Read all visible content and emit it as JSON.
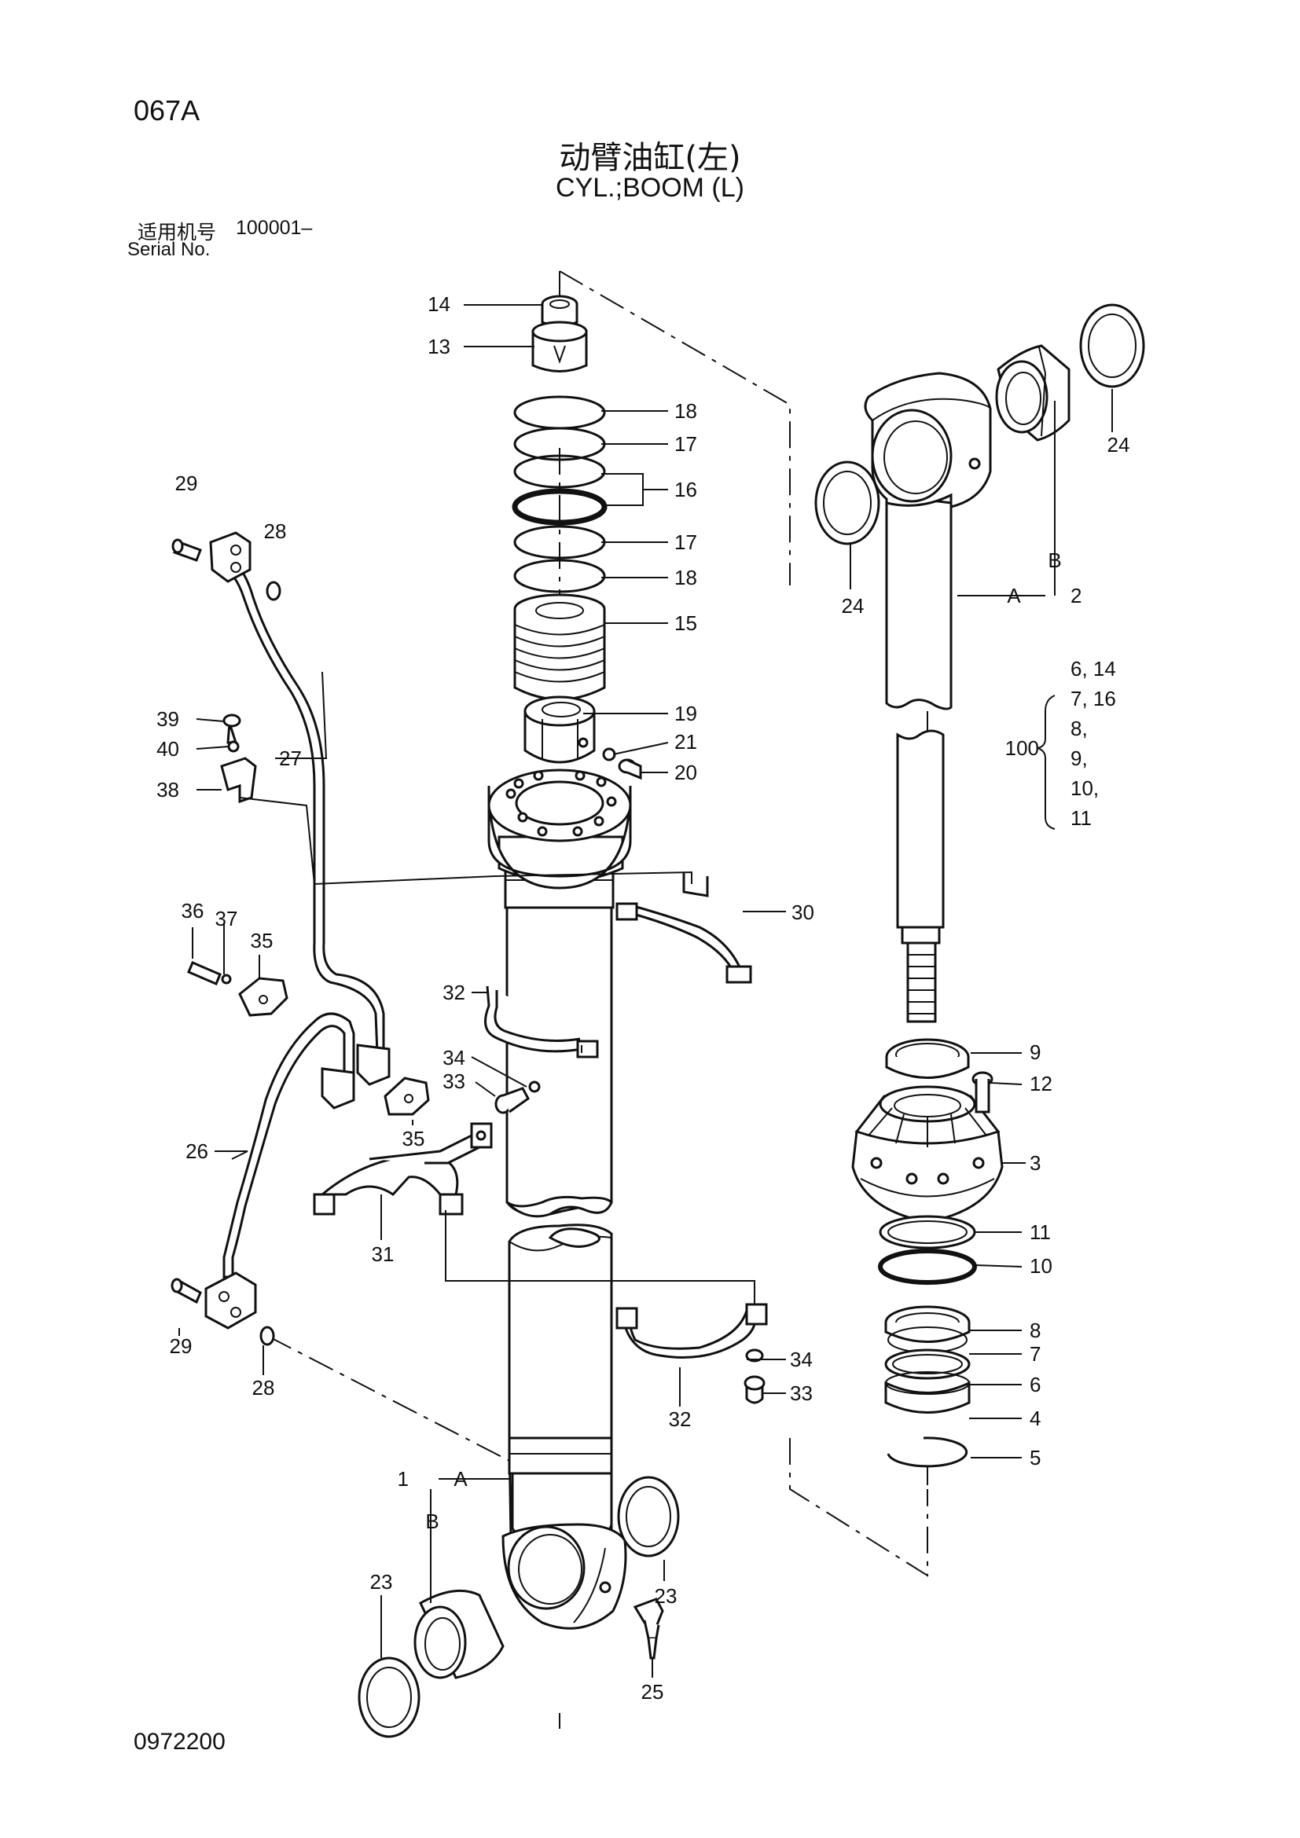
{
  "header": {
    "page_code": "067A",
    "title_cn": "动臂油缸(左)",
    "title_en": "CYL.;BOOM (L)",
    "serial_label_cn": "适用机号",
    "serial_value": "100001–",
    "serial_label_en": "Serial No."
  },
  "footer": {
    "drawing_number": "0972200"
  },
  "callouts": {
    "p1": "1",
    "p2": "2",
    "p3": "3",
    "p4": "4",
    "p5": "5",
    "p6": "6",
    "p7": "7",
    "p8": "8",
    "p9": "9",
    "p10": "10",
    "p11": "11",
    "p12": "12",
    "p13": "13",
    "p14": "14",
    "p15": "15",
    "p16": "16",
    "p17a": "17",
    "p17b": "17",
    "p18a": "18",
    "p18b": "18",
    "p19": "19",
    "p20": "20",
    "p21": "21",
    "p23a": "23",
    "p23b": "23",
    "p24a": "24",
    "p24b": "24",
    "p25": "25",
    "p26": "26",
    "p27": "27",
    "p28a": "28",
    "p28b": "28",
    "p29a": "29",
    "p29b": "29",
    "p30": "30",
    "p31": "31",
    "p32a": "32",
    "p32b": "32",
    "p33a": "33",
    "p33b": "33",
    "p34a": "34",
    "p34b": "34",
    "p35a": "35",
    "p35b": "35",
    "p36": "36",
    "p37": "37",
    "p38": "38",
    "p39": "39",
    "p40": "40",
    "ref_a_left": "A",
    "ref_b_left": "B",
    "ref_a_right": "A",
    "ref_b_right": "B"
  },
  "kit": {
    "number": "100",
    "items": [
      "6, 14",
      "7, 16",
      "8,",
      "9,",
      "10,",
      "11"
    ]
  }
}
